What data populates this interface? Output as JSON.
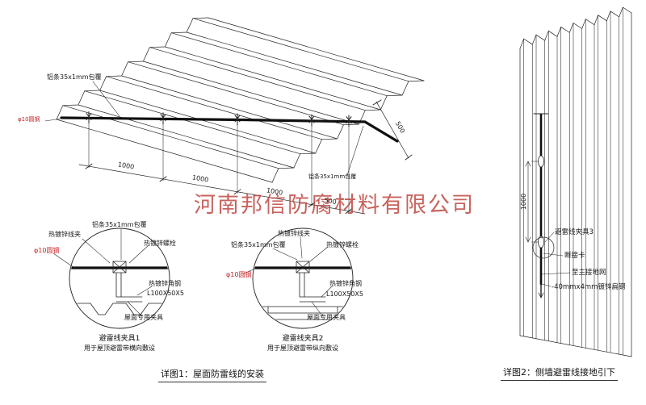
{
  "watermark": "河南邦信防腐材料有限公司",
  "roof": {
    "label_strip_top": "铝条35x1mm包覆",
    "label_round_steel": "φ10圆钢",
    "label_strip_bottom": "铝条35x1mm包覆",
    "dims": [
      "1000",
      "1000",
      "1000",
      "500"
    ],
    "dim_side": "500"
  },
  "detail1": {
    "title": "避雷线夹具1",
    "subtitle": "用于屋顶避雷带横向敷设",
    "labels": {
      "clamp": "热镀锌线夹",
      "strip": "铝条35x1mm包覆",
      "bolt": "热镀锌螺栓",
      "steel": "φ10圆钢",
      "angle": "热镀锌角钢",
      "angle_size": "L100X50X5",
      "fixture": "屋面专用夹具"
    }
  },
  "detail2": {
    "title": "避雷线夹具2",
    "subtitle": "用于屋顶避雷带纵向敷设",
    "labels": {
      "strip": "铝条35x1mm包覆",
      "clamp": "热镀锌线夹",
      "bolt": "热镀锌螺栓",
      "steel": "φ10圆钢",
      "angle": "热镀锌角钢",
      "angle_size": "L100X50X5",
      "fixture": "屋面专用夹具"
    }
  },
  "wall": {
    "label_clamp": "避雷线夹具3",
    "label_disconnect": "断接卡",
    "label_ground": "至主接地网",
    "label_flat_steel": "-40mmx4mm镀锌扁钢",
    "dim": "1000"
  },
  "captions": {
    "detail1": "详图1：屋面防雷线的安装",
    "detail2": "详图2：侧墙避雷线接地引下"
  }
}
